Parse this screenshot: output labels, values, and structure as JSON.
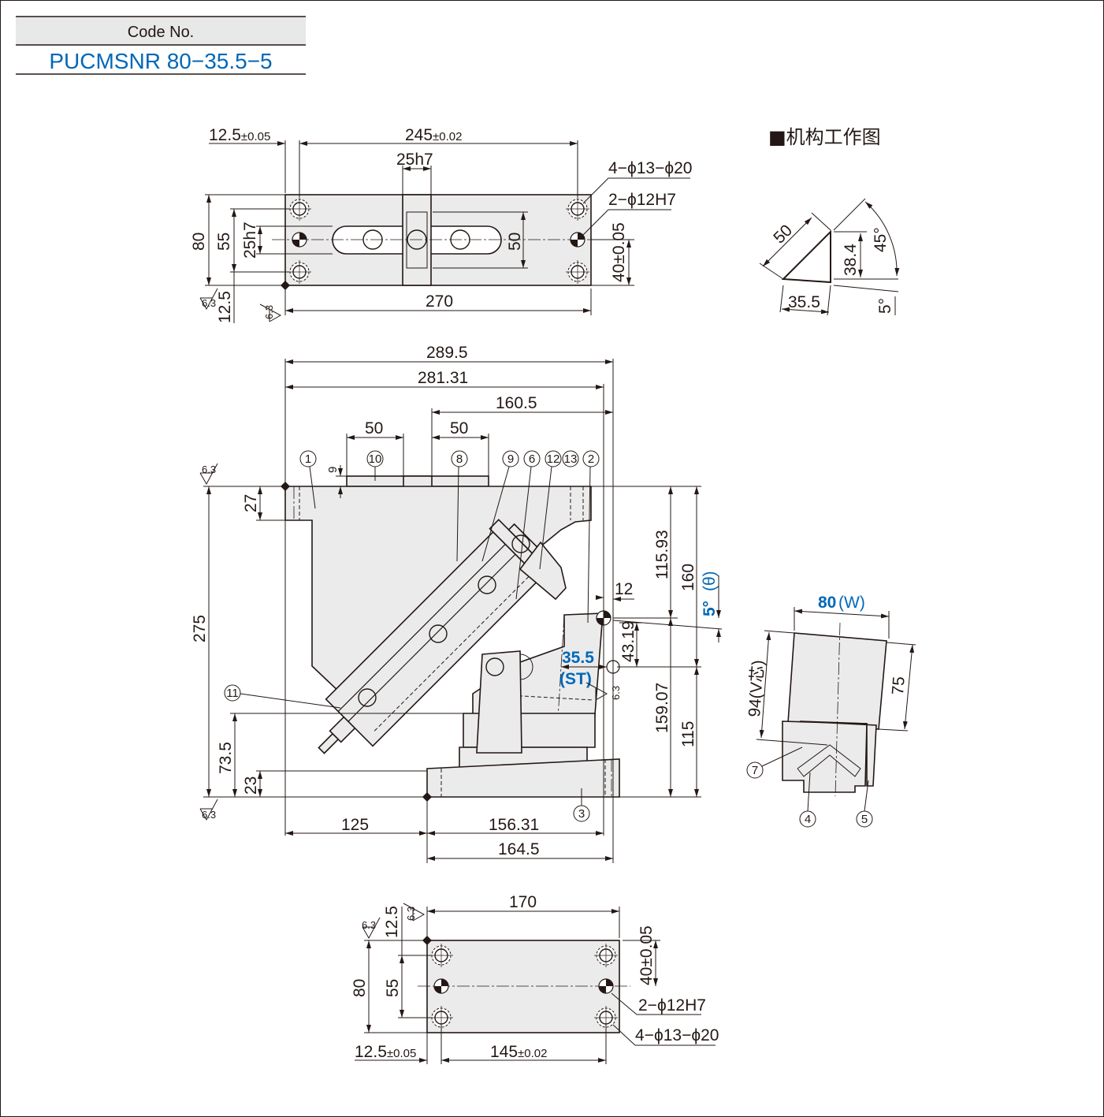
{
  "header": {
    "code_label": "Code No.",
    "code_value": "PUCMSNR 80−35.5−5"
  },
  "roughness": "6.3",
  "mechanism": {
    "title": "■机构工作图",
    "length": "50",
    "height": "38.4",
    "base": "35.5",
    "angle_swing": "45°",
    "angle_tilt": "5°"
  },
  "top_view": {
    "edge_offset": "12.5",
    "edge_offset_tol": "±0.05",
    "hole_pitch": "245",
    "hole_pitch_tol": "±0.02",
    "slot_width": "25h7",
    "width": "80",
    "hole_pitch_v": "55",
    "slot_width_v": "25h7",
    "bottom_edge": "12.5",
    "length": "270",
    "block_len": "50",
    "dowel_offset": "40±0.05",
    "note_holes": "4−ϕ13−ϕ20",
    "note_dowel": "2−ϕ12H7"
  },
  "side_view": {
    "overall": "289.5",
    "d281": "281.31",
    "d160_5": "160.5",
    "d50a": "50",
    "d50b": "50",
    "d9": "9",
    "d27": "27",
    "height": "275",
    "d115_93": "115.93",
    "d160": "160",
    "angle_value": "5°",
    "angle_label": "(θ)",
    "d12": "12",
    "d43_19": "43.19",
    "stroke_value": "35.5",
    "stroke_label": "(ST)",
    "d159_07": "159.07",
    "d115": "115",
    "d73_5": "73.5",
    "d23": "23",
    "d125": "125",
    "d156_31": "156.31",
    "d164_5": "164.5",
    "balloons": [
      "1",
      "10",
      "8",
      "9",
      "6",
      "12",
      "13",
      "2",
      "11",
      "3"
    ]
  },
  "end_view": {
    "width_value": "80",
    "width_label": "(W)",
    "v_center": "94(V芯)",
    "d75": "75",
    "balloons": [
      "7",
      "4",
      "5"
    ]
  },
  "bottom_view": {
    "length": "170",
    "edge": "12.5",
    "width": "80",
    "hole_pitch_v": "55",
    "dowel_offset": "40±0.05",
    "note_dowel": "2−ϕ12H7",
    "note_holes": "4−ϕ13−ϕ20",
    "edge_offset": "12.5",
    "edge_offset_tol": "±0.05",
    "hole_pitch": "145",
    "hole_pitch_tol": "±0.02"
  },
  "colors": {
    "line": "#231815",
    "part_fill": "#ebebeb",
    "accent": "#0068b7"
  }
}
